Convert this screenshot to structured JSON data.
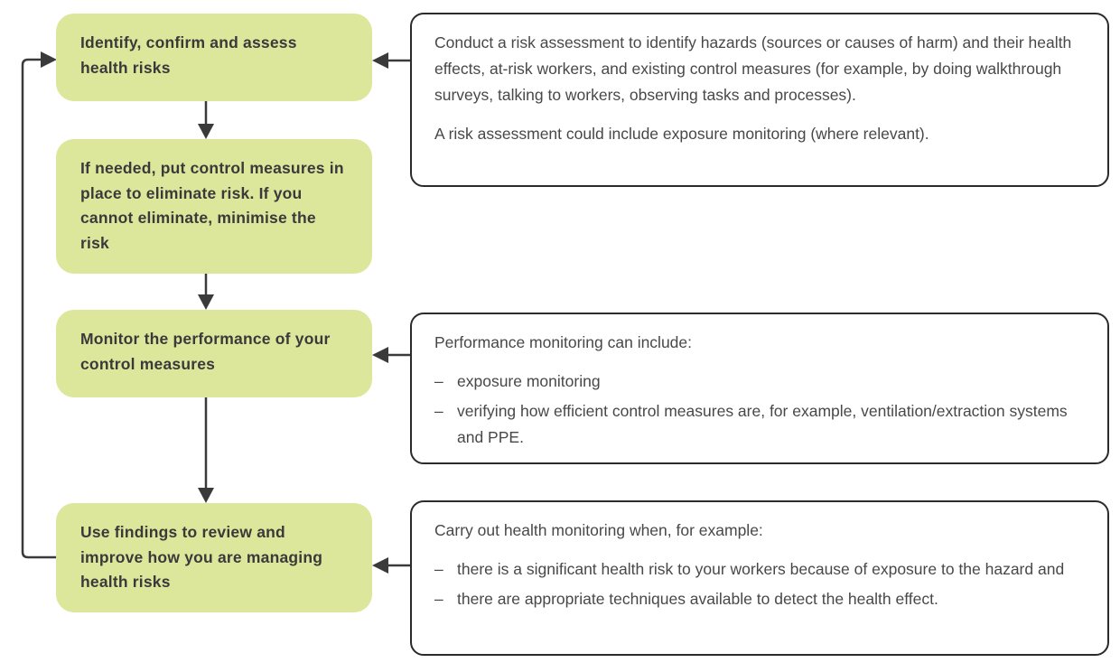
{
  "flowchart": {
    "bullet_char": "–",
    "colors": {
      "step_fill": "#dde79c",
      "step_text": "#3a3a3a",
      "note_border": "#2b2b2b",
      "note_text": "#484848",
      "connector": "#3a3a3a",
      "background": "#ffffff"
    },
    "steps": [
      {
        "label": "Identify, confirm and assess health risks"
      },
      {
        "label": "If needed, put control measures in place to eliminate risk. If you cannot eliminate, minimise the risk"
      },
      {
        "label": "Monitor the performance of your control measures"
      },
      {
        "label": "Use findings to review and improve how you are managing health risks"
      }
    ],
    "notes": [
      {
        "paragraphs": [
          "Conduct a risk assessment to identify hazards (sources or causes of harm) and their health effects, at-risk workers, and existing control measures (for example, by doing walkthrough surveys, talking to workers, observing tasks and processes).",
          "A risk assessment could include exposure monitoring (where relevant)."
        ]
      },
      {
        "intro": "Performance monitoring can include:",
        "bullets": [
          "exposure monitoring",
          "verifying how efficient control measures are, for example, ventilation/extraction systems and PPE."
        ]
      },
      {
        "intro": "Carry out health monitoring when, for example:",
        "bullets": [
          "there is a significant health risk to your workers because of exposure to the hazard and",
          "there are appropriate techniques available to detect the health effect."
        ]
      }
    ]
  }
}
